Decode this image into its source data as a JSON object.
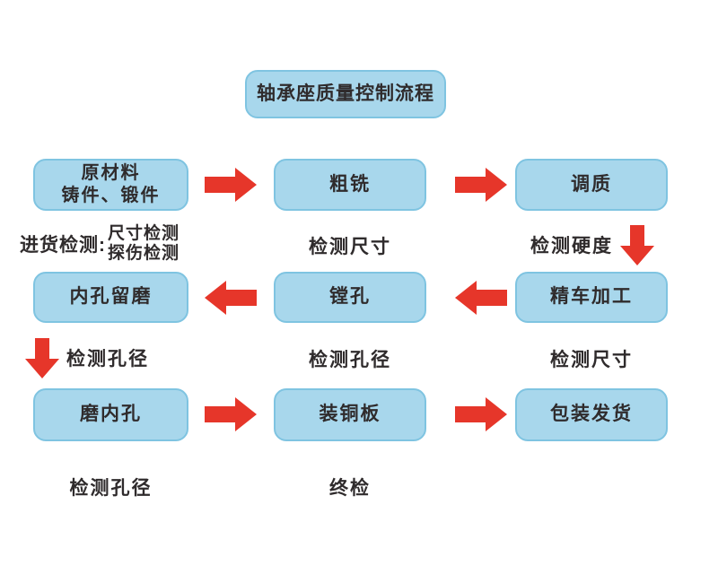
{
  "title": "轴承座质量控制流程",
  "colors": {
    "box_fill": "#a8d7ec",
    "box_border": "#7fc4e1",
    "arrow_red": "#e6362a",
    "text_color": "#2f2b2c",
    "background": "#ffffff"
  },
  "nodes": {
    "raw_material_line1": "原材料",
    "raw_material_line2": "铸件、锻件",
    "rough_milling": "粗铣",
    "tempering": "调质",
    "inner_bore_allowance": "内孔留磨",
    "boring": "镗孔",
    "finish_turning": "精车加工",
    "grind_inner_bore": "磨内孔",
    "copper_plate": "装铜板",
    "packing_shipping": "包装发货"
  },
  "captions": {
    "incoming_label": "进货检测:",
    "incoming_item1": "尺寸检测",
    "incoming_item2": "探伤检测",
    "check_size_rough": "检测尺寸",
    "check_hardness": "检测硬度",
    "check_bore_allowance": "检测孔径",
    "check_bore_boring": "检测孔径",
    "check_size_turning": "检测尺寸",
    "check_bore_grinding": "检测孔径",
    "final_inspection": "终检"
  }
}
